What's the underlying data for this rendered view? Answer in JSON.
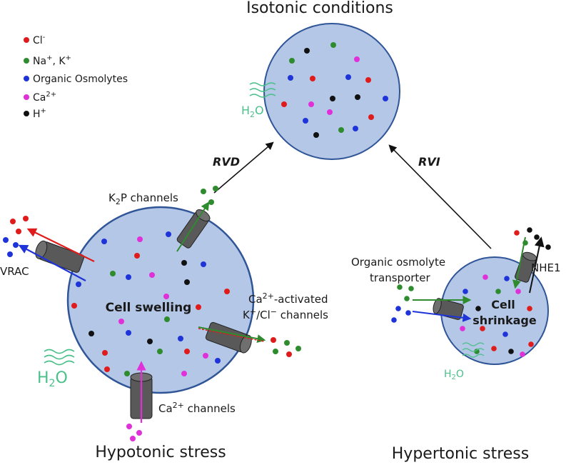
{
  "title": "Isotonic conditions",
  "legend": [
    {
      "label": "Cl",
      "sup": "-",
      "color": "#e01b1b"
    },
    {
      "label": "Na",
      "sup": "+",
      "tail": ", K",
      "tail_sup": "+",
      "color": "#2e8b2e"
    },
    {
      "label": "Organic Osmolytes",
      "sup": "",
      "color": "#1f34d8"
    },
    {
      "label": "Ca",
      "sup": "2+",
      "color": "#e030d8"
    },
    {
      "label": "H",
      "sup": "+",
      "color": "#111111"
    }
  ],
  "arrows": {
    "rvd": "RVD",
    "rvi": "RVI"
  },
  "isotonic_cell": {
    "water_label": "H",
    "water_sub": "2",
    "water_tail": "O"
  },
  "hypotonic": {
    "caption": "Hypotonic stress",
    "cell_label": "Cell swelling",
    "k2p_label": "K",
    "k2p_sub": "2",
    "k2p_tail": "P channels",
    "vrac_label": "VRAC",
    "ca_activated_line1_a": "Ca",
    "ca_activated_line1_sup": "2+",
    "ca_activated_line1_b": "-activated",
    "ca_activated_line2_a": "K",
    "ca_activated_line2_sup1": "+",
    "ca_activated_line2_b": "/Cl",
    "ca_activated_line2_sup2": "−",
    "ca_activated_line2_c": " channels",
    "ca_channels_a": "Ca",
    "ca_channels_sup": "2+",
    "ca_channels_b": " channels",
    "water_label": "H",
    "water_sub": "2",
    "water_tail": "O"
  },
  "hypertonic": {
    "caption": "Hypertonic stress",
    "cell_label_line1": "Cell",
    "cell_label_line2": "shrinkage",
    "transporter_line1": "Organic osmolyte",
    "transporter_line2": "transporter",
    "nhe1_label": "NHE1",
    "water_label": "H",
    "water_sub": "2",
    "water_tail": "O"
  },
  "colors": {
    "cell_fill": "#b4c7e7",
    "cell_stroke": "#2f5597",
    "channel_fill": "#595959",
    "chloride": "#e01b1b",
    "cation": "#2e8b2e",
    "osmolyte": "#1f34d8",
    "calcium": "#e030d8",
    "proton": "#111111",
    "water": "#4cc08a"
  }
}
